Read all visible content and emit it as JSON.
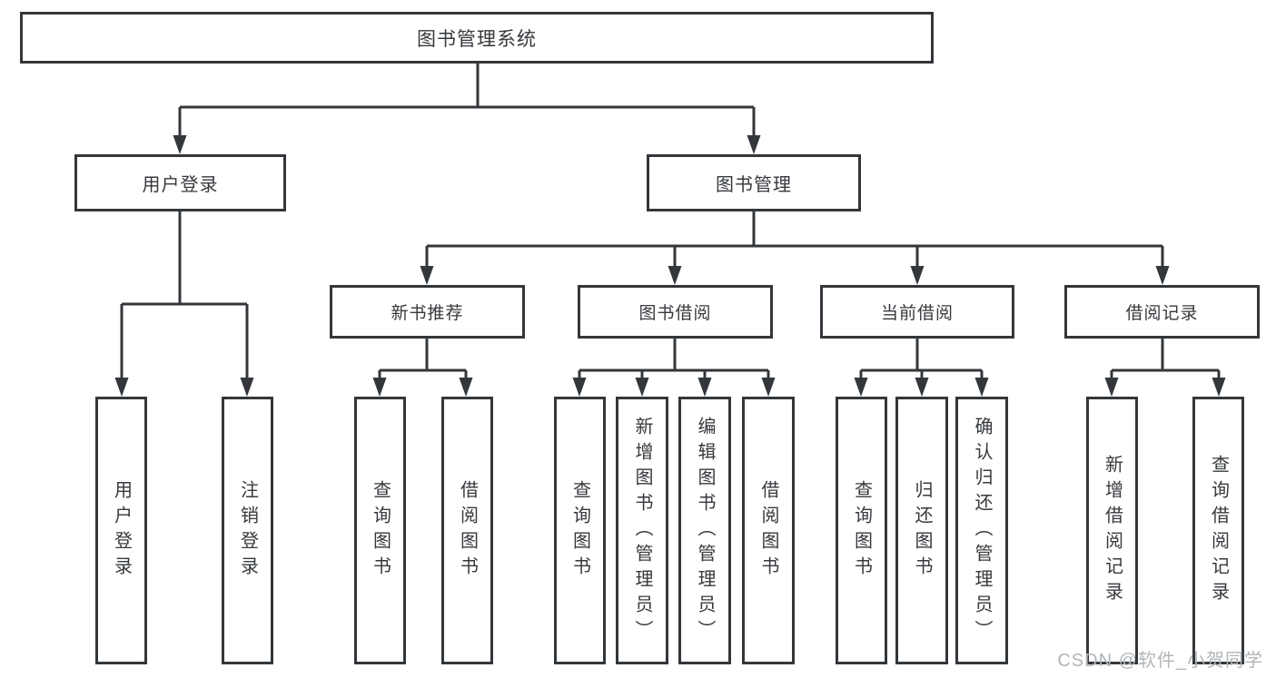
{
  "watermark": {
    "text": "CSDN @软件_小贺同学"
  },
  "colors": {
    "line": "#33373b",
    "box_border": "#33373b",
    "box_fill": "#ffffff",
    "text": "#36393d",
    "watermark": "#b2b5b8",
    "background": "#ffffff"
  },
  "tree": {
    "root": {
      "label": "图书管理系统"
    },
    "branches": [
      {
        "label": "用户登录",
        "children": [
          {
            "label": "用户登录"
          },
          {
            "label": "注销登录"
          }
        ]
      },
      {
        "label": "图书管理",
        "children": [
          {
            "label": "新书推荐",
            "children": [
              {
                "label": "查询图书"
              },
              {
                "label": "借阅图书"
              }
            ]
          },
          {
            "label": "图书借阅",
            "children": [
              {
                "label": "查询图书"
              },
              {
                "label": "新增图书（管理员）"
              },
              {
                "label": "编辑图书（管理员）"
              },
              {
                "label": "借阅图书"
              }
            ]
          },
          {
            "label": "当前借阅",
            "children": [
              {
                "label": "查询图书"
              },
              {
                "label": "归还图书"
              },
              {
                "label": "确认归还（管理员）"
              }
            ]
          },
          {
            "label": "借阅记录",
            "children": [
              {
                "label": "新增借阅记录"
              },
              {
                "label": "查询借阅记录"
              }
            ]
          }
        ]
      }
    ]
  }
}
